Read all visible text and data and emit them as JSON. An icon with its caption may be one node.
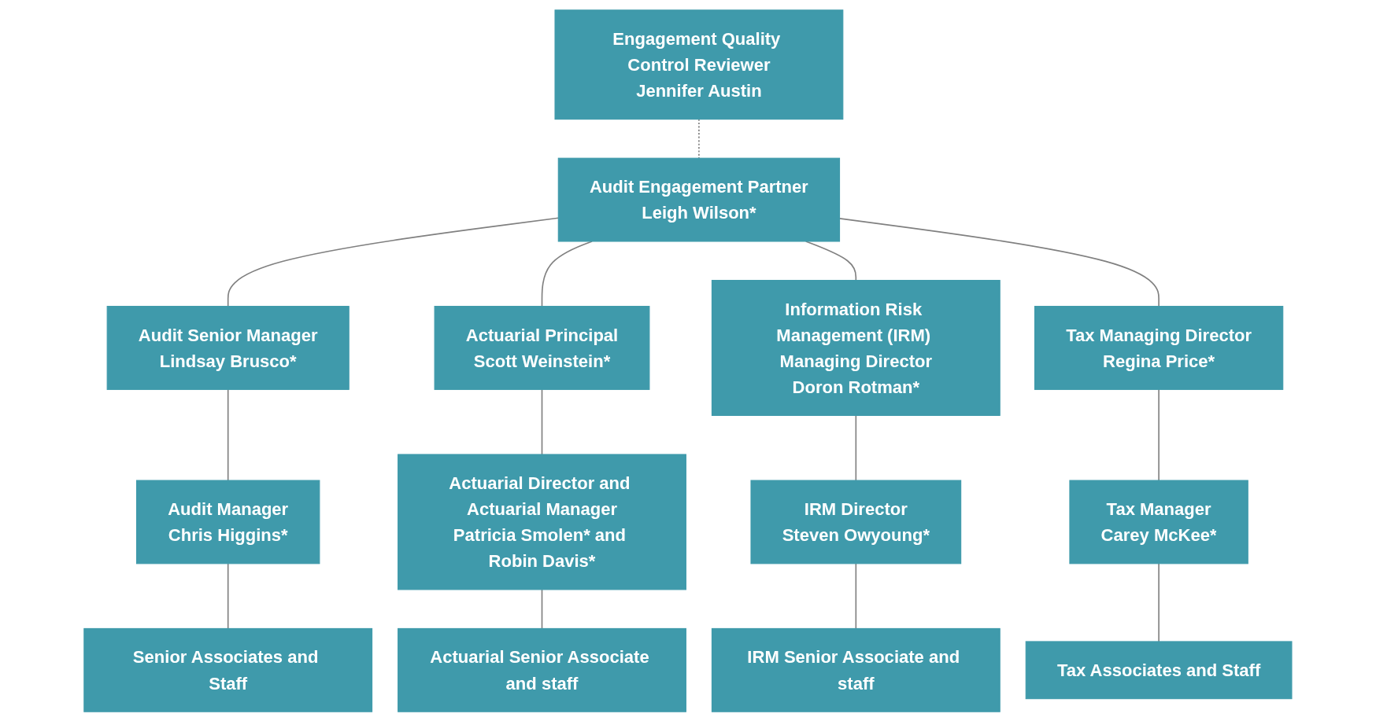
{
  "diagram": {
    "nodes": [
      {
        "text": [
          "Engagement Quality Control Reviewer",
          "Jennifer Austin"
        ]
      },
      {
        "text": [
          "Audit Engagement Partner",
          "Leigh Wilson*"
        ]
      },
      {
        "text": [
          "Audit Senior Manager",
          "Lindsay Brusco*"
        ]
      },
      {
        "text": [
          "Actuarial Principal",
          "Scott Weinstein*"
        ]
      },
      {
        "text": [
          "Information Risk Management (IRM) Managing Director",
          "Doron Rotman*"
        ]
      },
      {
        "text": [
          "Tax Managing Director",
          "Regina Price*"
        ]
      },
      {
        "text": [
          "Audit Manager",
          "Chris Higgins*"
        ]
      },
      {
        "text": [
          "Actuarial Director and Actuarial Manager",
          "Patricia Smolen* and Robin Davis*"
        ]
      },
      {
        "text": [
          "IRM Director",
          "Steven Owyoung*"
        ]
      },
      {
        "text": [
          "Tax Manager",
          "Carey McKee*"
        ]
      },
      {
        "text": [
          "Senior Associates and Staff"
        ]
      },
      {
        "text": [
          "Actuarial Senior Associate and staff"
        ]
      },
      {
        "text": [
          "IRM Senior Associate and staff"
        ]
      },
      {
        "text": [
          "Tax Associates and Staff"
        ]
      }
    ],
    "edges": [
      {
        "from": 0,
        "to": 1,
        "arrow": "none",
        "style": "dashed"
      },
      {
        "from": 1,
        "to": 2,
        "arrow": "none"
      },
      {
        "from": 1,
        "to": 3,
        "arrow": "none"
      },
      {
        "from": 1,
        "to": 4,
        "arrow": "none"
      },
      {
        "from": 1,
        "to": 5,
        "arrow": "none"
      },
      {
        "from": 2,
        "to": 6,
        "arrow": "none"
      },
      {
        "from": 3,
        "to": 7,
        "arrow": "none"
      },
      {
        "from": 4,
        "to": 8,
        "arrow": "none"
      },
      {
        "from": 5,
        "to": 9,
        "arrow": "none"
      },
      {
        "from": 6,
        "to": 10,
        "arrow": "none"
      },
      {
        "from": 7,
        "to": 11,
        "arrow": "none"
      },
      {
        "from": 8,
        "to": 12,
        "arrow": "none"
      },
      {
        "from": 9,
        "to": 13,
        "arrow": "none"
      }
    ]
  }
}
